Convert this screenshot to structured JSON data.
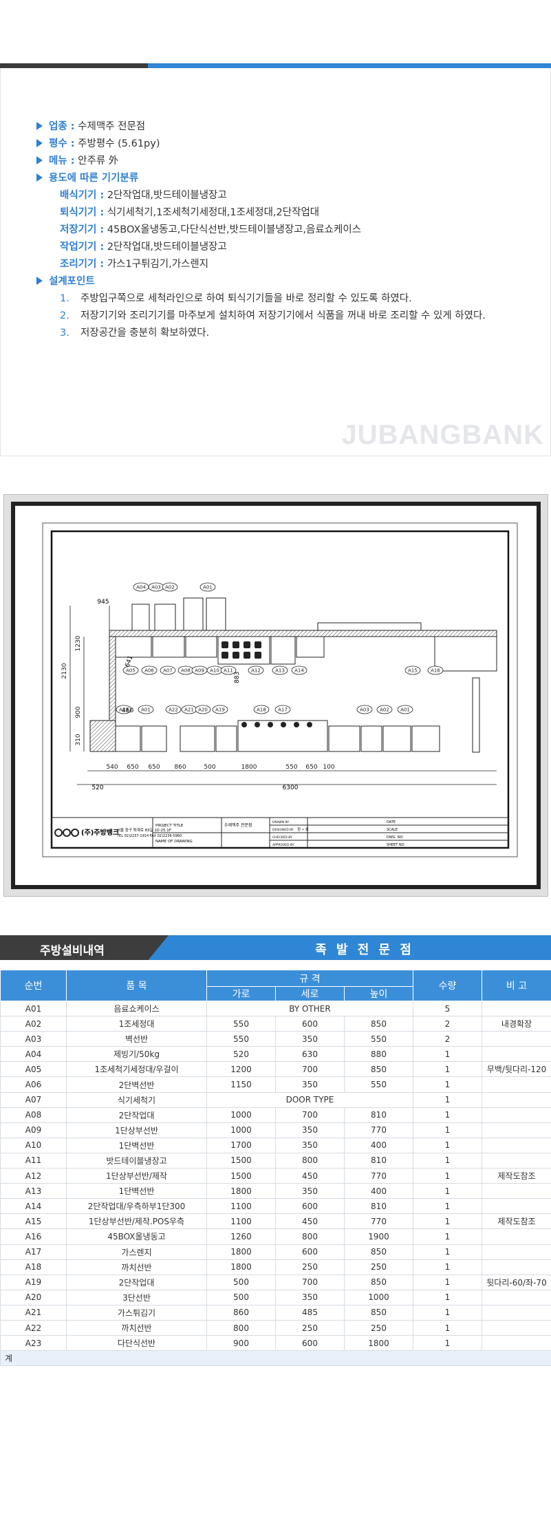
{
  "info": {
    "industry_key": "업종 :",
    "industry_val": "수제맥주 전문점",
    "area_key": "평수 :",
    "area_val": "주방평수 (5.61py)",
    "menu_key": "메뉴 :",
    "menu_val": " 안주류 外",
    "classify": "용도에 따른 기기분류",
    "cat1_key": "배식기기 :",
    "cat1_val": "2단작업대,밧드테이블냉장고",
    "cat2_key": "퇴식기기 :",
    "cat2_val": "식기세척기,1조세척기세정대,1조세정대,2단작업대",
    "cat3_key": "저장기기 :",
    "cat3_val": "45BOX올냉동고,다단식선반,밧드테이블냉장고,음료쇼케이스",
    "cat4_key": "작업기기 :",
    "cat4_val": " 2단작업대,밧드테이블냉장고",
    "cat5_key": "조리기기 :",
    "cat5_val": "  가스1구튀김기,가스렌지",
    "point_key": "설계포인트",
    "p1_n": "1.",
    "p1": "주방입구쪽으로 세척라인으로 하여 퇴식기기들을 바로 정리할 수 있도록 하였다.",
    "p2_n": "2.",
    "p2": "저장기기와 조리기기를 마주보게 설치하여 저장기기에서 식품을 꺼내 바로 조리할 수 있게 하였다.",
    "p3_n": "3.",
    "p3": "저장공간을 충분히 확보하였다."
  },
  "watermark": "JUBANGBANK",
  "drawing": {
    "dims_top": [
      "540",
      "650",
      "650",
      "860",
      "500",
      "1800",
      "550",
      "650",
      "100"
    ],
    "dim_520": "520",
    "dim_total": "6300",
    "dim_945": "945",
    "dims_left": [
      "1230",
      "2130",
      "900",
      "310"
    ],
    "dim_641": "641",
    "dim_460": "460",
    "dim_883": "883",
    "labels_top": [
      "A04",
      "A03",
      "A02",
      "A01"
    ],
    "labels_mid": [
      "A05",
      "A06",
      "A07",
      "A08",
      "A09",
      "A10",
      "A11",
      "A12",
      "A13",
      "A14",
      "A15",
      "A16"
    ],
    "labels_bot": [
      "A23",
      "A01",
      "A22",
      "A21",
      "A20",
      "A19",
      "A18",
      "A17",
      "A03",
      "A02",
      "A01"
    ],
    "company": "(주)주방뱅크",
    "addr1": "서울 중구 퇴계로 83길 10-25 1F",
    "addr2": "TEL 02)2237-1914 FAX 02)2236-5960",
    "project_title": "PROJECT TITLE",
    "project_name": "수제맥주 전문점",
    "name_of_drawing": "NAME OF DRAWING",
    "drawn_by": "DRAWN BY",
    "designed_by": "DESIGNED BY",
    "designer": "정 • 호",
    "checked_by": "CHECKED BY",
    "approved_by": "APPROVED BY",
    "date": "DATE",
    "scale": "SCALE",
    "dwg_no": "DWG. NO",
    "sheet_no": "SHEET NO"
  },
  "band": {
    "left": "주방설비내역",
    "title": "족 발 전 문 점"
  },
  "table": {
    "h_no": "순번",
    "h_item": "품    목",
    "h_spec": "규    격",
    "h_w": "가로",
    "h_d": "세로",
    "h_h": "높이",
    "h_qty": "수량",
    "h_note": "비    고",
    "rows": [
      {
        "no": "A01",
        "item": "음료쇼케이스",
        "span": "BY OTHER",
        "qty": "5",
        "note": ""
      },
      {
        "no": "A02",
        "item": "1조세정대",
        "w": "550",
        "d": "600",
        "h": "850",
        "qty": "2",
        "note": "내경확장"
      },
      {
        "no": "A03",
        "item": "벽선반",
        "w": "550",
        "d": "350",
        "h": "550",
        "qty": "2",
        "note": ""
      },
      {
        "no": "A04",
        "item": "제빙기/50kg",
        "w": "520",
        "d": "630",
        "h": "880",
        "qty": "1",
        "note": ""
      },
      {
        "no": "A05",
        "item": "1조세척기세정대/우걸이",
        "w": "1200",
        "d": "700",
        "h": "850",
        "qty": "1",
        "note": "무백/뒷다리-120"
      },
      {
        "no": "A06",
        "item": "2단벽선반",
        "w": "1150",
        "d": "350",
        "h": "550",
        "qty": "1",
        "note": ""
      },
      {
        "no": "A07",
        "item": "식기세척기",
        "span": "DOOR TYPE",
        "qty": "1",
        "note": ""
      },
      {
        "no": "A08",
        "item": "2단작업대",
        "w": "1000",
        "d": "700",
        "h": "810",
        "qty": "1",
        "note": ""
      },
      {
        "no": "A09",
        "item": "1단상부선반",
        "w": "1000",
        "d": "350",
        "h": "770",
        "qty": "1",
        "note": ""
      },
      {
        "no": "A10",
        "item": "1단벽선반",
        "w": "1700",
        "d": "350",
        "h": "400",
        "qty": "1",
        "note": ""
      },
      {
        "no": "A11",
        "item": "밧드테이블냉장고",
        "w": "1500",
        "d": "800",
        "h": "810",
        "qty": "1",
        "note": ""
      },
      {
        "no": "A12",
        "item": "1단상부선반/제작",
        "w": "1500",
        "d": "450",
        "h": "770",
        "qty": "1",
        "note": "제작도참조"
      },
      {
        "no": "A13",
        "item": "1단벽선반",
        "w": "1800",
        "d": "350",
        "h": "400",
        "qty": "1",
        "note": ""
      },
      {
        "no": "A14",
        "item": "2단작업대/우측하부1단300",
        "w": "1100",
        "d": "600",
        "h": "810",
        "qty": "1",
        "note": ""
      },
      {
        "no": "A15",
        "item": "1단상부선반/제작.POS우측",
        "w": "1100",
        "d": "450",
        "h": "770",
        "qty": "1",
        "note": "제작도참조"
      },
      {
        "no": "A16",
        "item": "45BOX올냉동고",
        "w": "1260",
        "d": "800",
        "h": "1900",
        "qty": "1",
        "note": ""
      },
      {
        "no": "A17",
        "item": "가스렌지",
        "w": "1800",
        "d": "600",
        "h": "850",
        "qty": "1",
        "note": ""
      },
      {
        "no": "A18",
        "item": "까치선반",
        "w": "1800",
        "d": "250",
        "h": "250",
        "qty": "1",
        "note": ""
      },
      {
        "no": "A19",
        "item": "2단작업대",
        "w": "500",
        "d": "700",
        "h": "850",
        "qty": "1",
        "note": "뒷다리-60/좌-70"
      },
      {
        "no": "A20",
        "item": "3단선반",
        "w": "500",
        "d": "350",
        "h": "1000",
        "qty": "1",
        "note": ""
      },
      {
        "no": "A21",
        "item": "가스튀김기",
        "w": "860",
        "d": "485",
        "h": "850",
        "qty": "1",
        "note": ""
      },
      {
        "no": "A22",
        "item": "까치선반",
        "w": "800",
        "d": "250",
        "h": "250",
        "qty": "1",
        "note": ""
      },
      {
        "no": "A23",
        "item": "다단식선반",
        "w": "900",
        "d": "600",
        "h": "1800",
        "qty": "1",
        "note": ""
      }
    ],
    "total_label": "계"
  }
}
